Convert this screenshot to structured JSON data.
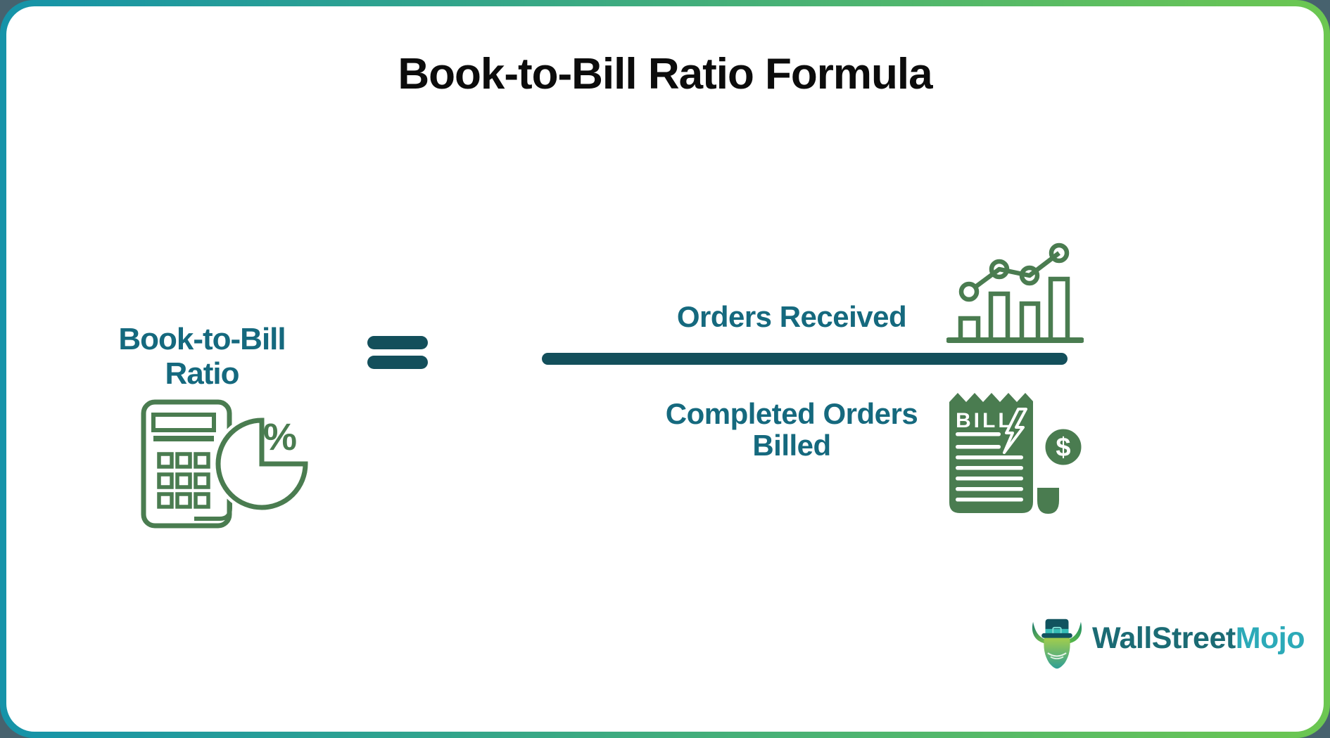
{
  "card": {
    "title": "Book-to-Bill Ratio Formula"
  },
  "formula": {
    "lhs": {
      "line1": "Book-to-Bill",
      "line2": "Ratio"
    },
    "numerator": {
      "label": "Orders Received"
    },
    "denominator": {
      "line1": "Completed Orders",
      "line2": "Billed"
    }
  },
  "icons": {
    "calculator_pie_icon": {
      "name": "calculator-pie-chart-icon",
      "percent_sign": "%"
    },
    "bar_chart_icon": {
      "name": "rising-bar-chart-trend-icon"
    },
    "bill_icon": {
      "name": "bill-receipt-icon",
      "label": "BILL",
      "dollar_sign": "$"
    },
    "equals_icon": {
      "name": "equals-sign",
      "glyph": "="
    },
    "bull_logo_icon": {
      "name": "wallstreetmojo-bull-icon"
    }
  },
  "logo": {
    "brand_primary": "WallStreet",
    "brand_secondary": "Mojo"
  },
  "colors": {
    "teal_text": "#15697e",
    "dark_teal": "#134f5b",
    "icon_green": "#4a7c50",
    "border_gradient_start": "#1593a9",
    "border_gradient_end": "#6cc751",
    "outer_background": "#47626e",
    "title_color": "#0c0c0c",
    "logo_primary": "#1b6b74",
    "logo_secondary": "#2caab8"
  }
}
